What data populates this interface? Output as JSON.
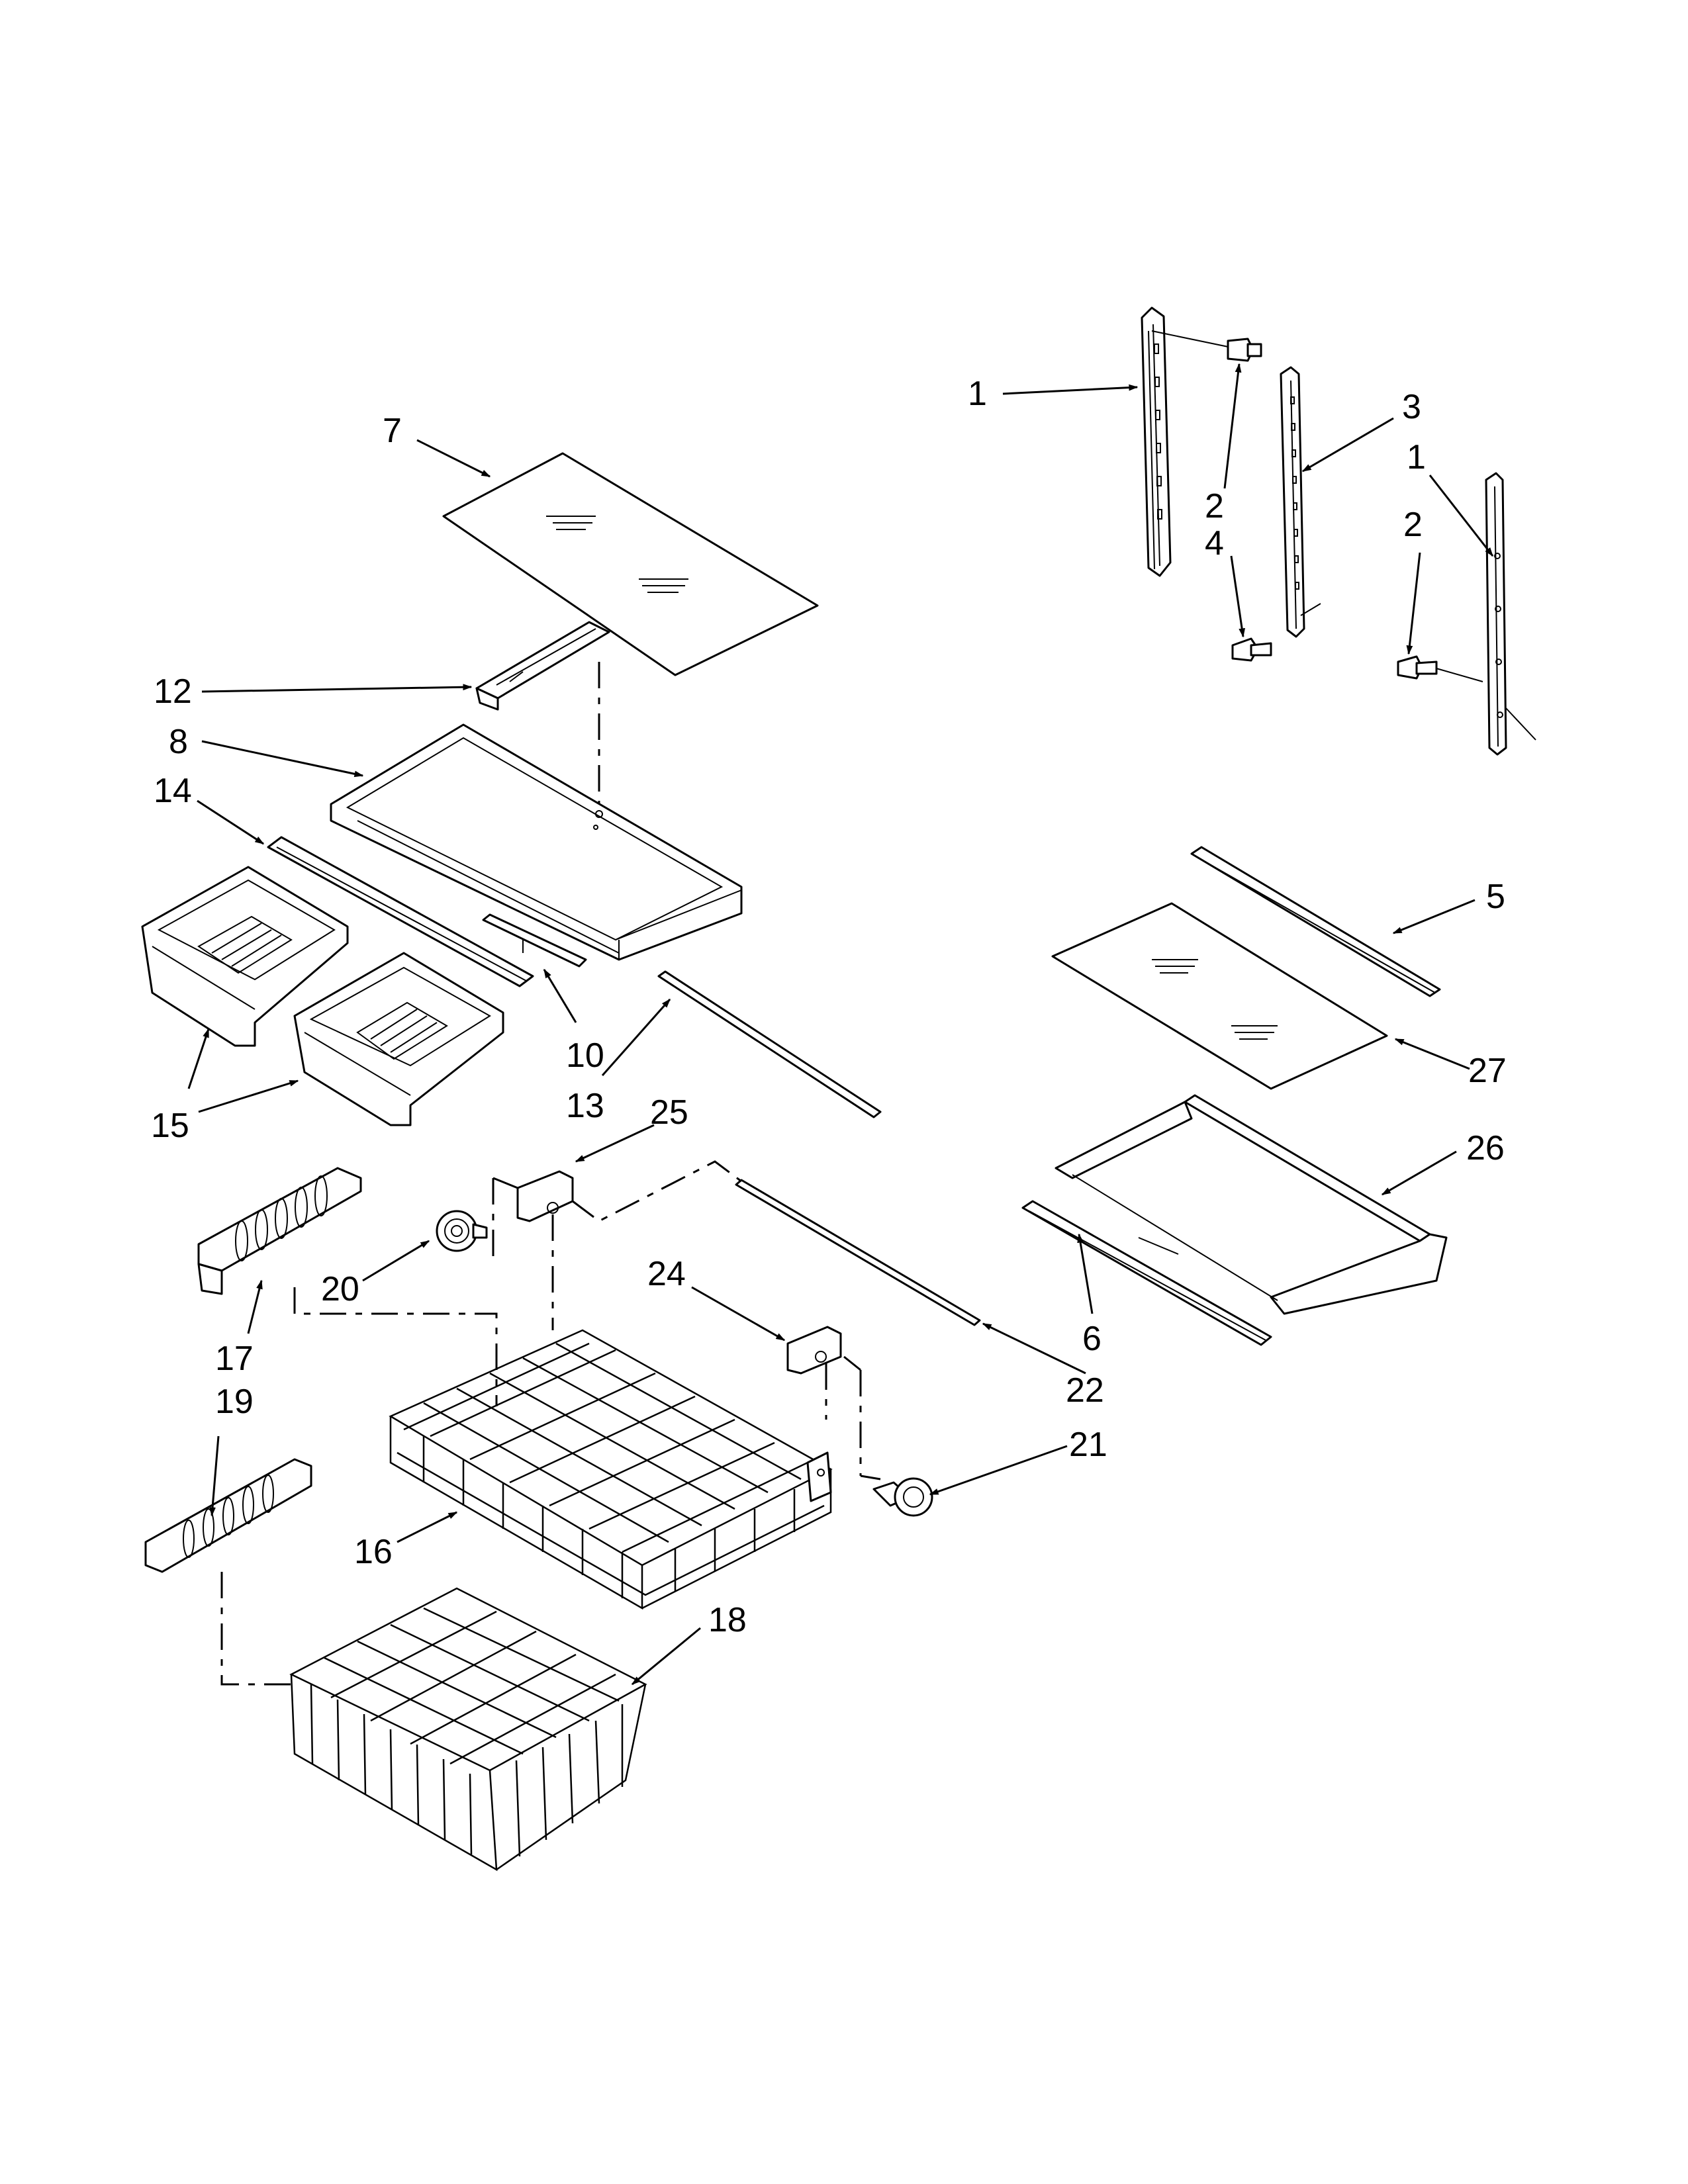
{
  "callouts": [
    {
      "id": "c1a",
      "text": "1"
    },
    {
      "id": "c1b",
      "text": "1"
    },
    {
      "id": "c2a",
      "text": "2"
    },
    {
      "id": "c2b",
      "text": "2"
    },
    {
      "id": "c3",
      "text": "3"
    },
    {
      "id": "c4",
      "text": "4"
    },
    {
      "id": "c5",
      "text": "5"
    },
    {
      "id": "c6",
      "text": "6"
    },
    {
      "id": "c7",
      "text": "7"
    },
    {
      "id": "c8",
      "text": "8"
    },
    {
      "id": "c10",
      "text": "10"
    },
    {
      "id": "c12",
      "text": "12"
    },
    {
      "id": "c13",
      "text": "13"
    },
    {
      "id": "c14",
      "text": "14"
    },
    {
      "id": "c15",
      "text": "15"
    },
    {
      "id": "c16",
      "text": "16"
    },
    {
      "id": "c17",
      "text": "17"
    },
    {
      "id": "c18",
      "text": "18"
    },
    {
      "id": "c19",
      "text": "19"
    },
    {
      "id": "c20",
      "text": "20"
    },
    {
      "id": "c21",
      "text": "21"
    },
    {
      "id": "c22",
      "text": "22"
    },
    {
      "id": "c24",
      "text": "24"
    },
    {
      "id": "c25",
      "text": "25"
    },
    {
      "id": "c26",
      "text": "26"
    },
    {
      "id": "c27",
      "text": "27"
    }
  ]
}
